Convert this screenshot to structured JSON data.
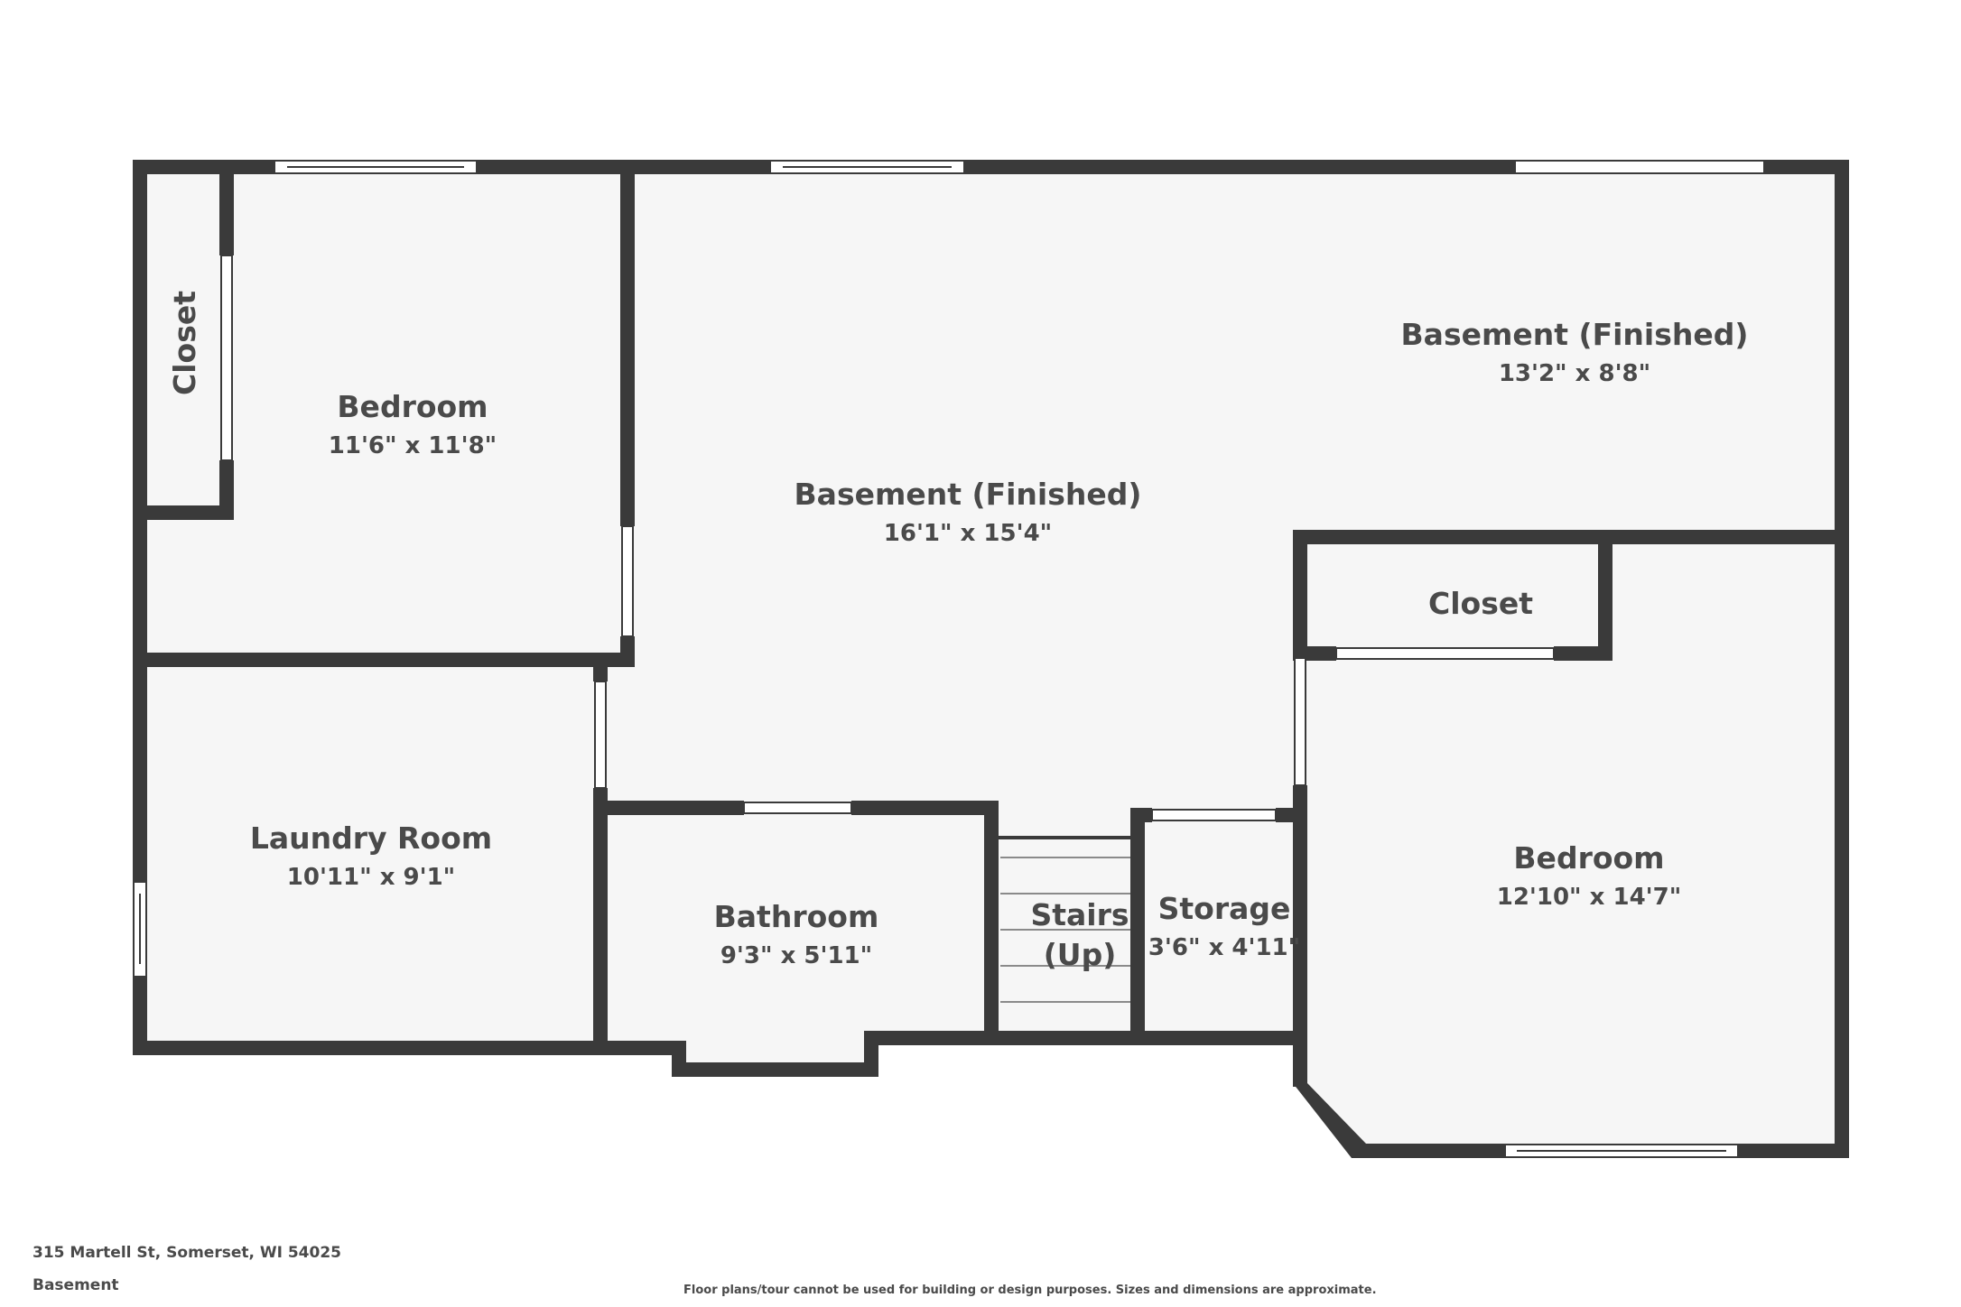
{
  "rooms": {
    "closet_left": {
      "name": "Closet"
    },
    "bedroom_left": {
      "name": "Bedroom",
      "dims": "11'6\" x 11'8\""
    },
    "basement_main": {
      "name": "Basement (Finished)",
      "dims": "16'1\" x 15'4\""
    },
    "basement_upper": {
      "name": "Basement (Finished)",
      "dims": "13'2\" x 8'8\""
    },
    "closet_right": {
      "name": "Closet"
    },
    "laundry": {
      "name": "Laundry Room",
      "dims": "10'11\" x 9'1\""
    },
    "bathroom": {
      "name": "Bathroom",
      "dims": "9'3\" x 5'11\""
    },
    "stairs": {
      "name_line1": "Stairs",
      "name_line2": "(Up)"
    },
    "storage": {
      "name": "Storage",
      "dims": "3'6\" x 4'11\""
    },
    "bedroom_right": {
      "name": "Bedroom",
      "dims": "12'10\" x 14'7\""
    }
  },
  "footer": {
    "address": "315 Martell St, Somerset, WI 54025",
    "level": "Basement",
    "disclaimer": "Floor plans/tour cannot be used for building or design purposes. Sizes and dimensions are approximate."
  },
  "colors": {
    "wall": "#3a3a3a",
    "floor": "#f6f6f6",
    "text": "#4a4a4a",
    "background": "#ffffff"
  }
}
